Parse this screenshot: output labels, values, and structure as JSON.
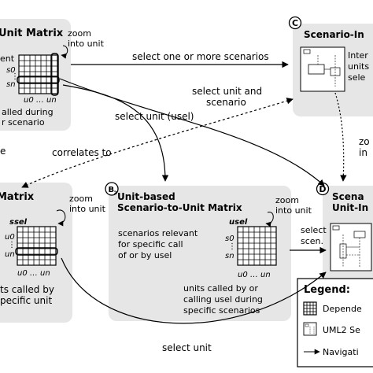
{
  "panels": {
    "a": {
      "title": "Unit Matrix",
      "zoom": [
        "zoom",
        "into unit"
      ],
      "side_text": "ent",
      "row_labels": [
        "s0",
        "sn"
      ],
      "col_labels": "u0 … un",
      "caption": [
        "alled during",
        "r scenario"
      ]
    },
    "b1": {
      "title": "Matrix",
      "zoom": [
        "zoom",
        "into unit"
      ],
      "sel_label": "ssel",
      "row_labels": [
        "u0",
        "un"
      ],
      "col_labels": "u0 … un",
      "caption": [
        "ts called by",
        "pecific unit"
      ]
    },
    "b2": {
      "badge": "B2",
      "title": [
        "Unit-based",
        "Scenario-to-Unit Matrix"
      ],
      "zoom": [
        "zoom",
        "into unit"
      ],
      "sel_label": "usel",
      "desc": [
        "scenarios relevant",
        "for specific call",
        "of or by usel"
      ],
      "row_labels": [
        "s0",
        "sn"
      ],
      "col_labels": "u0 … un",
      "caption": [
        "units called by or",
        "calling usel during",
        "specific scenarios"
      ]
    },
    "c": {
      "badge": "C",
      "title": "Scenario-In",
      "text": [
        "Inter",
        "units",
        "sele"
      ]
    },
    "d": {
      "badge": "D",
      "title": [
        "Scena",
        "Unit-In"
      ],
      "select": [
        "select",
        "scen."
      ]
    }
  },
  "stray_text": "e",
  "edges": {
    "select_scenarios": "select one or more scenarios",
    "select_unit_scenario": [
      "select unit and",
      "scenario"
    ],
    "select_unit_sel": "select unit (usel)",
    "correlates": "correlates to",
    "zoom_right": [
      "zo",
      "in"
    ],
    "select_unit_bottom": "select unit"
  },
  "legend": {
    "title": "Legend:",
    "items": [
      "Depende",
      "UML2 Se",
      "Navigati"
    ]
  }
}
